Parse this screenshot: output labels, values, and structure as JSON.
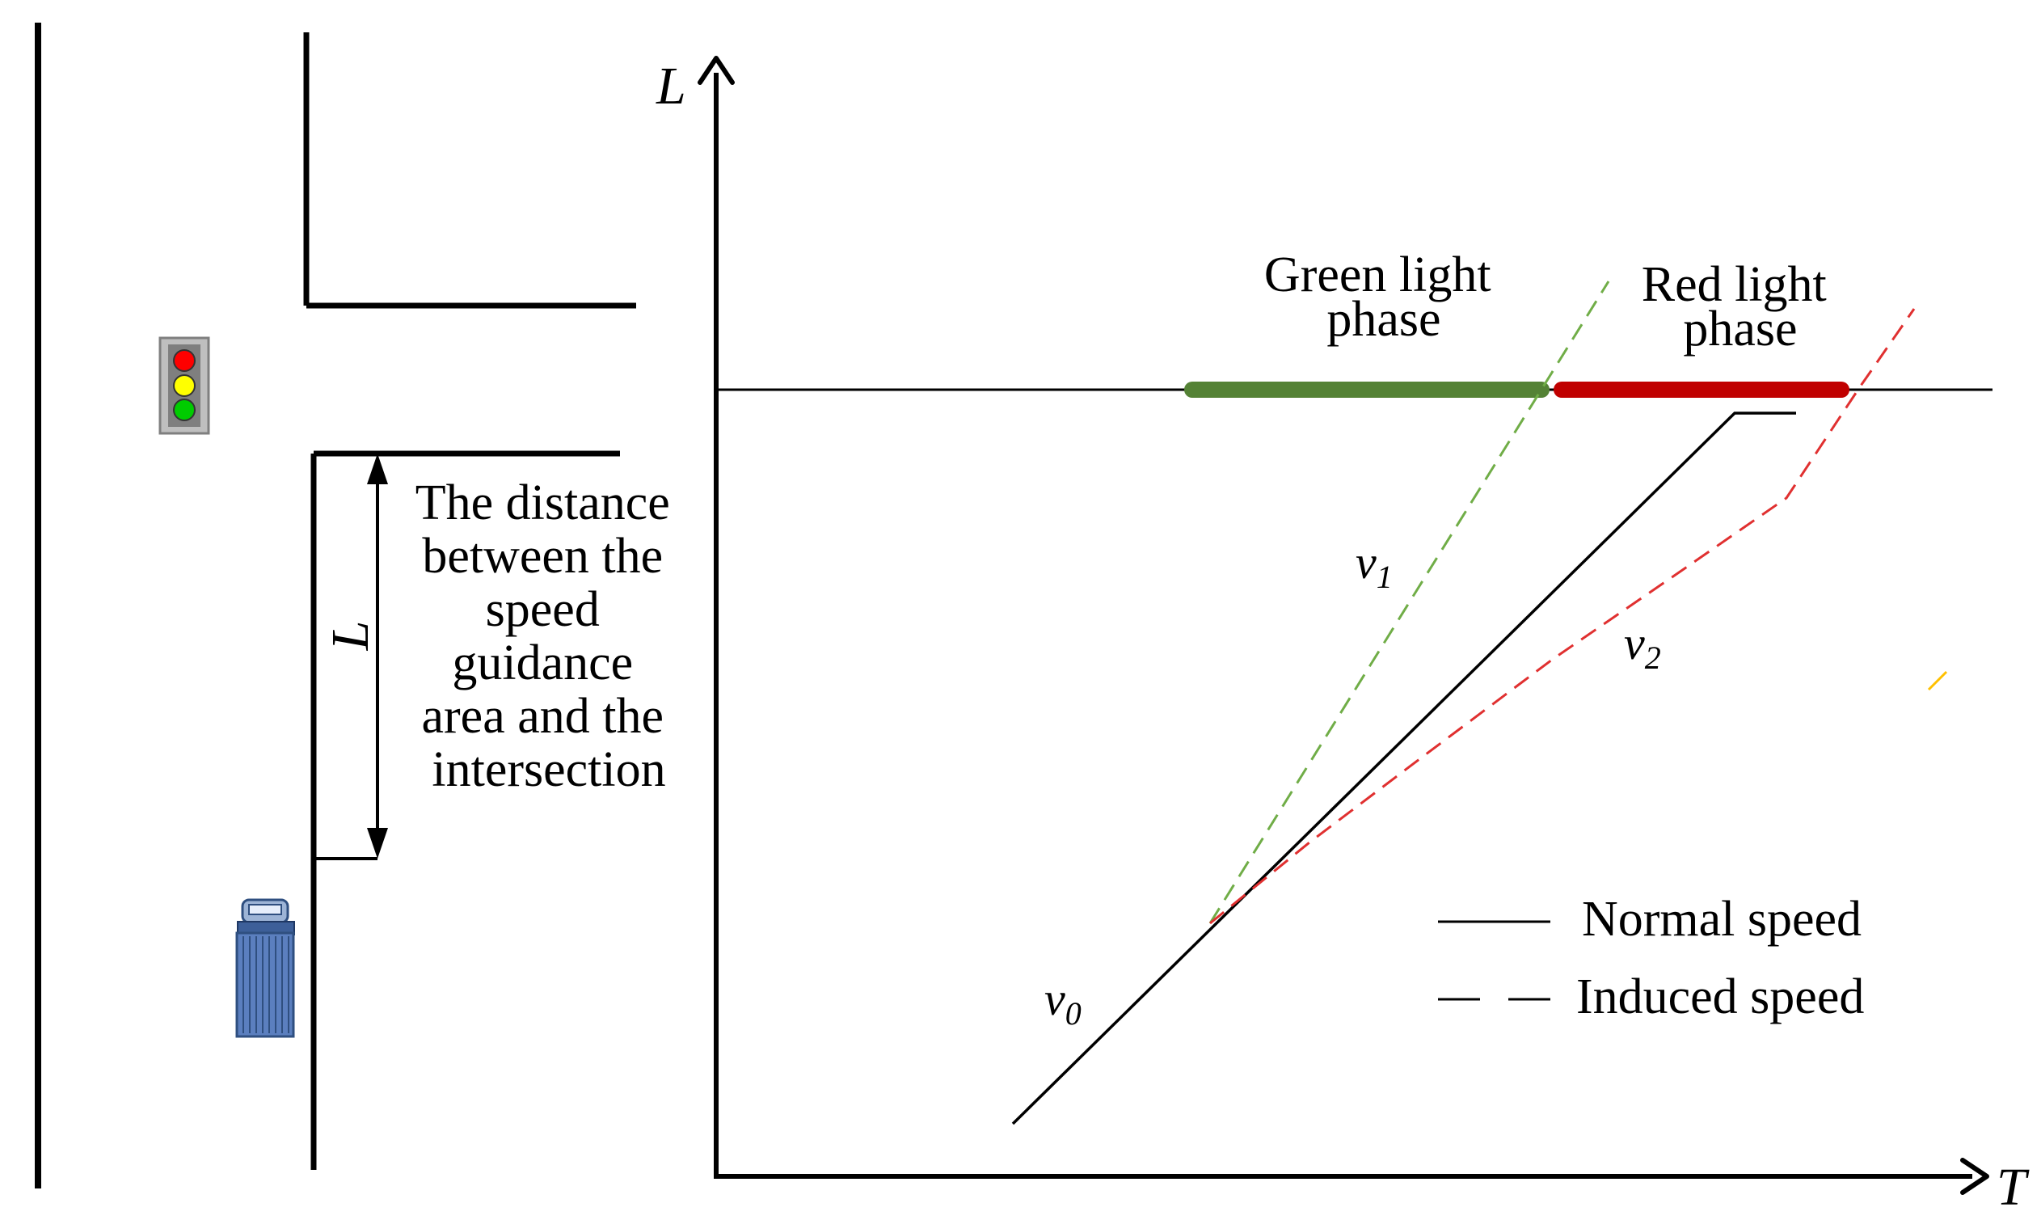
{
  "diagram": {
    "axes": {
      "y_label": "L",
      "x_label": "T"
    },
    "distance_marker": "L",
    "distance_caption": [
      "The distance",
      "between the",
      "speed",
      "guidance",
      "area and the",
      "intersection"
    ],
    "phases": {
      "green": {
        "lines": [
          "Green light",
          "phase"
        ],
        "color": "#548235"
      },
      "red": {
        "lines": [
          "Red light",
          "phase"
        ],
        "color": "#c00000"
      }
    },
    "speeds": {
      "v0": {
        "base": "v",
        "sub": "0"
      },
      "v1": {
        "base": "v",
        "sub": "1"
      },
      "v2": {
        "base": "v",
        "sub": "2"
      }
    },
    "legend": {
      "solid": "Normal speed",
      "dashed": "Induced speed"
    },
    "colors": {
      "green_dash": "#70ad47",
      "red_dash": "#e03030",
      "light_red": "#ff0000",
      "light_yellow": "#ffff00",
      "light_green": "#00cc00",
      "truck_body": "#5b7fbf",
      "accent_orange": "#ffc000"
    },
    "icons": [
      "traffic-light-icon",
      "truck-icon"
    ]
  }
}
